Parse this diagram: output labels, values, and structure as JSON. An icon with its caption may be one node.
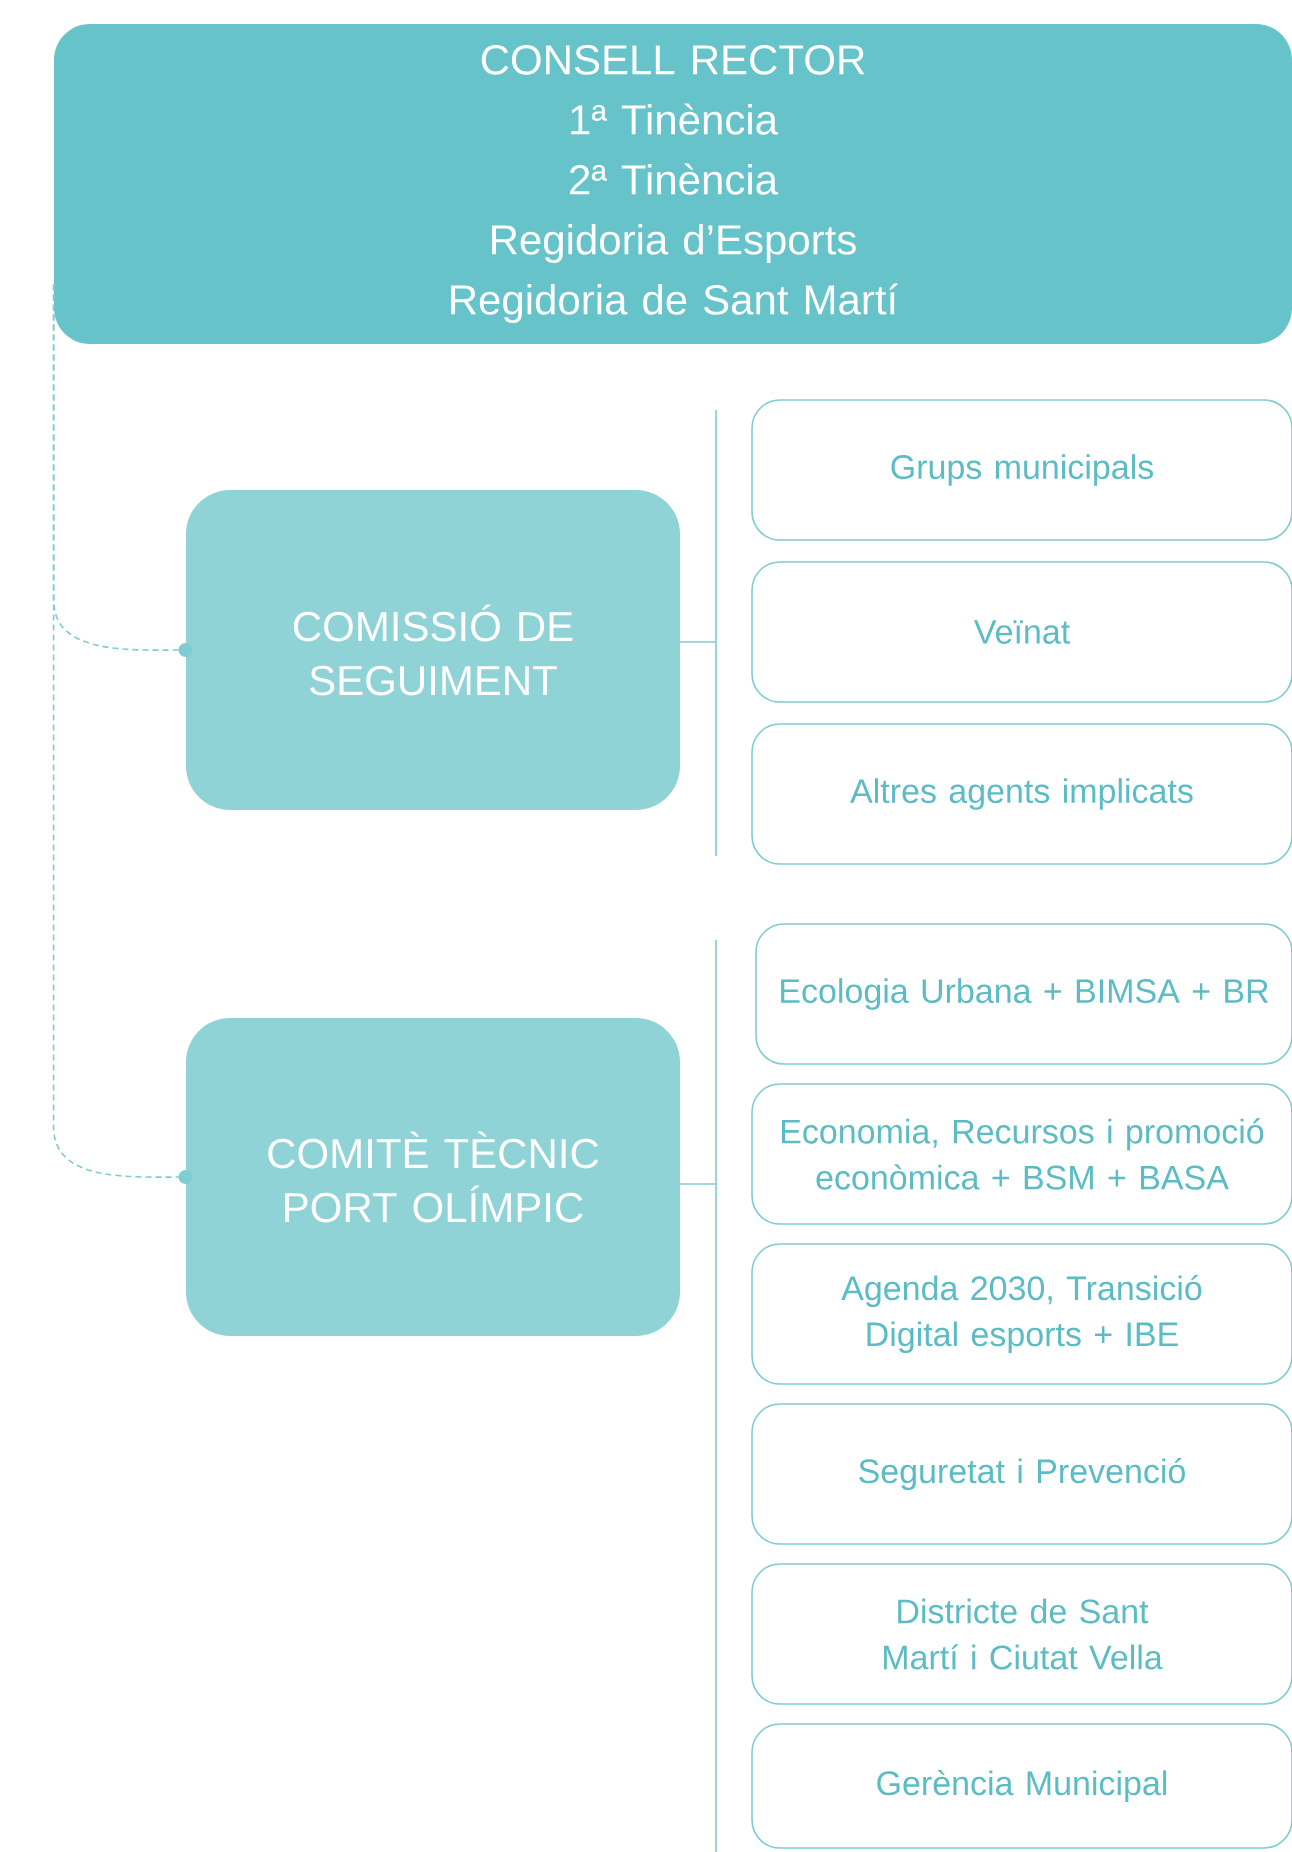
{
  "diagram": {
    "nodes": [
      {
        "text": [
          "CONSELL RECTOR",
          "1ª Tinència",
          "2ª Tinència",
          "Regidoria d’Esports",
          "Regidoria de Sant Martí"
        ]
      },
      {
        "text": [
          "COMISSIÓ DE SEGUIMENT"
        ]
      },
      {
        "text": [
          "Grups municipals"
        ]
      },
      {
        "text": [
          "Veïnat"
        ]
      },
      {
        "text": [
          "Altres agents implicats"
        ]
      },
      {
        "text": [
          "COMITÈ TÈCNIC PORT OLÍMPIC"
        ]
      },
      {
        "text": [
          "Ecologia Urbana + BIMSA + BR"
        ]
      },
      {
        "text": [
          "Economia, Recursos i promoció econòmica + BSM + BASA"
        ]
      },
      {
        "text": [
          "Agenda 2030, Transició Digital esports + IBE"
        ]
      },
      {
        "text": [
          "Seguretat i Prevenció"
        ]
      },
      {
        "text": [
          "Districte de Sant Martí i Ciutat Vella"
        ]
      },
      {
        "text": [
          "Gerència Municipal"
        ]
      }
    ],
    "edges": [
      {
        "from": 0,
        "to": 1,
        "arrow": "other",
        "style": "dashed"
      },
      {
        "from": 0,
        "to": 5,
        "arrow": "other",
        "style": "dashed"
      }
    ]
  }
}
